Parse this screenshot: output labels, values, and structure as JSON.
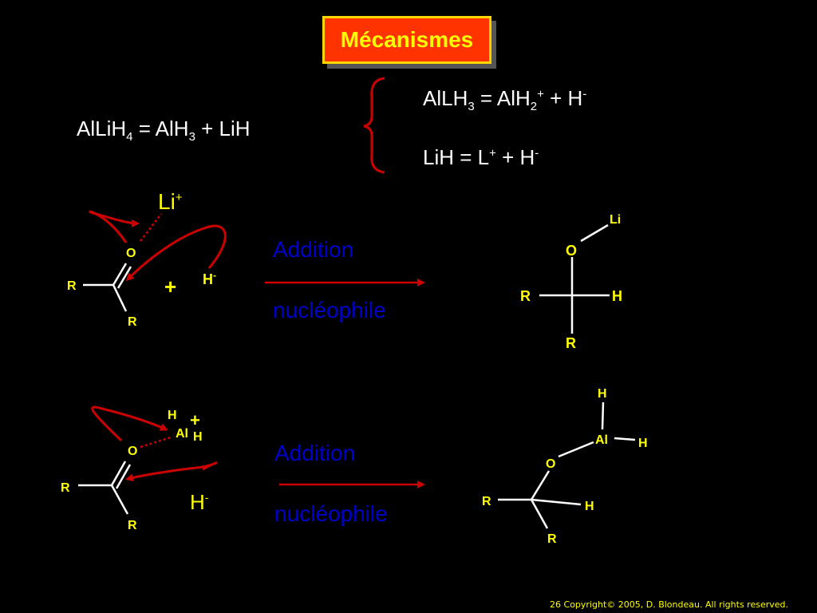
{
  "title": "Mécanismes",
  "equations": {
    "eq1": {
      "a1": "AlLiH",
      "a1sub": "4",
      "a2": " = AlH",
      "a2sub": "3",
      "a3": " + LiH"
    },
    "eq2": {
      "a1": "AlLH",
      "a1sub": "3",
      "a2": " = AlH",
      "a2sub": "2",
      "a2sup": "+",
      "a3": " + H",
      "a3sup": "-"
    },
    "eq3": {
      "a1": "LiH = L",
      "a1sup": "+",
      "a2": " + H",
      "a2sup": "-"
    }
  },
  "mechanism1": {
    "li": "Li",
    "li_charge": "+",
    "o": "O",
    "r_left": "R",
    "r_bottom": "R",
    "plus": "+",
    "h": "H",
    "h_charge": "-",
    "arrow_label_1": "Addition",
    "arrow_label_2": "nucléophile",
    "product": {
      "li": "Li",
      "o": "O",
      "r_left": "R",
      "h": "H",
      "r_bottom": "R"
    }
  },
  "mechanism2": {
    "h_top": "H",
    "plus": "+",
    "al": "Al",
    "h_right": "H",
    "o": "O",
    "r_left": "R",
    "r_bottom": "R",
    "h": "H",
    "h_charge": "-",
    "arrow_label_1": "Addition",
    "arrow_label_2": "nucléophile",
    "product": {
      "h_top": "H",
      "al": "Al",
      "h_right": "H",
      "o": "O",
      "r_left": "R",
      "h": "H",
      "r_bottom": "R"
    }
  },
  "footer": "26 Copyright© 2005, D. Blondeau. All rights reserved.",
  "colors": {
    "background": "#000000",
    "title_bg": "#ff3300",
    "title_border": "#ffd700",
    "title_text": "#ffff00",
    "arrow": "#cc0000",
    "label_blue": "#0000cc",
    "atom_yellow": "#ffff00"
  }
}
